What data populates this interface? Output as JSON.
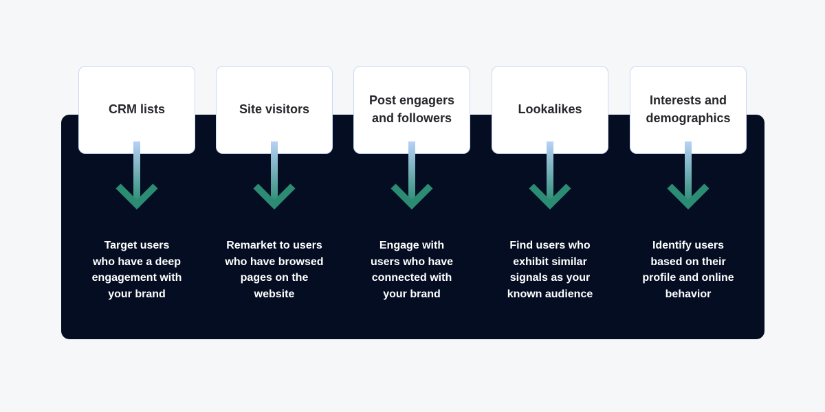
{
  "colors": {
    "background": "#f6f7f9",
    "panel": "#040d22",
    "card_border": "#c9d9f3",
    "arrow_top": "#b9d1f8",
    "arrow_bottom": "#2b8c73"
  },
  "columns": [
    {
      "title_lines": [
        "CRM lists"
      ],
      "description_lines": [
        "Target users",
        "who have a deep",
        "engagement with",
        "your brand"
      ],
      "icon": "arrow-down-icon"
    },
    {
      "title_lines": [
        "Site visitors"
      ],
      "description_lines": [
        "Remarket to users",
        "who have browsed",
        "pages on the",
        "website"
      ],
      "icon": "arrow-down-icon"
    },
    {
      "title_lines": [
        "Post engagers",
        "and followers"
      ],
      "description_lines": [
        "Engage with",
        "users who have",
        "connected with",
        "your brand"
      ],
      "icon": "arrow-down-icon"
    },
    {
      "title_lines": [
        "Lookalikes"
      ],
      "description_lines": [
        "Find users who",
        "exhibit similar",
        "signals as your",
        "known audience"
      ],
      "icon": "arrow-down-icon"
    },
    {
      "title_lines": [
        "Interests and",
        "demographics"
      ],
      "description_lines": [
        "Identify users",
        "based on their",
        "profile and online",
        "behavior"
      ],
      "icon": "arrow-down-icon"
    }
  ]
}
